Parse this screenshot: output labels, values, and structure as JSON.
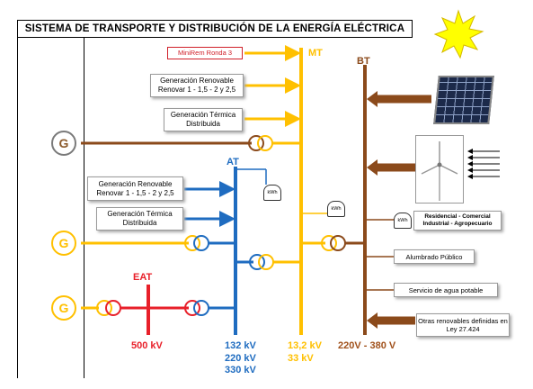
{
  "title": "SISTEMA DE TRANSPORTE Y DISTRIBUCIÓN DE LA ENERGÍA ELÉCTRICA",
  "bus_labels": {
    "mt": "MT",
    "bt": "BT",
    "at": "AT",
    "eat": "EAT"
  },
  "sources": {
    "minirem": "MiniRem Ronda 3",
    "mt_renewable": "Generación Renovable Renovar 1 - 1,5 - 2 y 2,5",
    "mt_thermal": "Generación Térmica Distribuida",
    "at_renewable": "Generación Renovable Renovar 1 - 1,5 - 2 y 2,5",
    "at_thermal": "Generación Térmica Distribuida"
  },
  "generator_symbol": "G",
  "meter_label": "kWh",
  "consumers": {
    "residential": "Residencial - Comercial Industrial - Agropecuario",
    "lighting": "Alumbrado Público",
    "water": "Servicio de agua potable",
    "other_renewables": "Otras renovables definidas en Ley 27.424"
  },
  "voltages": {
    "eat": "500 kV",
    "at": [
      "132 kV",
      "220 kV",
      "330 kV"
    ],
    "mt": [
      "13,2 kV",
      "33 kV"
    ],
    "bt": "220V - 380 V"
  },
  "colors": {
    "eat": "#e8202a",
    "at": "#1f6cc0",
    "mt": "#ffc000",
    "bt": "#8b4a1b",
    "brown_text": "#a0501a"
  },
  "icons": [
    "sun-icon",
    "solar-panel-icon",
    "wind-turbine-icon",
    "generator-icon",
    "transformer-icon",
    "kwh-meter-icon"
  ]
}
